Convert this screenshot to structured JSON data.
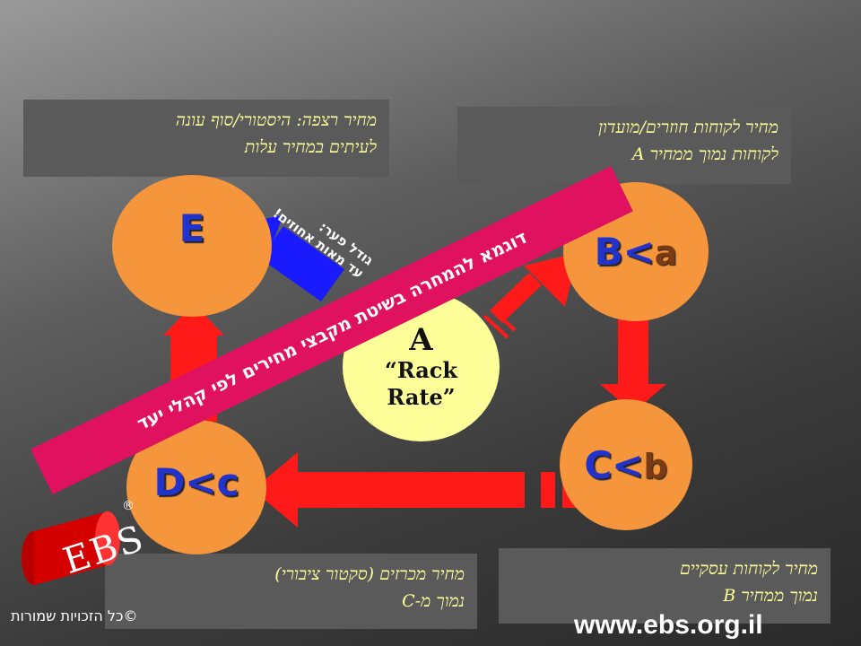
{
  "boxes": {
    "top_left": [
      "מחיר רצפה: היסטורי/סוף עונה",
      "לעיתים במחיר עלות"
    ],
    "top_right": [
      "מחיר לקוחות חוזרים/מועדון",
      "לקוחות נמוך ממחיר A"
    ],
    "bottom_right": [
      "מחיר לקוחות עסקיים",
      "נמוך ממחיר B"
    ],
    "bottom_left": [
      "מחיר מכרזים (סקטור ציבורי)",
      "נמוך מ-C"
    ]
  },
  "nodes": {
    "e": "E",
    "b": {
      "main": "B<",
      "small": "a"
    },
    "c": {
      "main": "C<",
      "small": "b"
    },
    "d": "D<c",
    "center": {
      "letter": "A",
      "line1": "“Rack",
      "line2": "Rate”"
    }
  },
  "blue_arrow_label": {
    "line1": "גודל פער:",
    "line2": "עד מאות אחוזים!"
  },
  "banner": "דוגמא להמחרה בשיטת מקבצי מחירים לפי קהלי יעד",
  "logo": {
    "text": "EBS",
    "registered": "®"
  },
  "footer": {
    "copyright": "©כל הזכויות שמורות",
    "website": "www.ebs.org.il"
  },
  "colors": {
    "node": "#f5953c",
    "center": "#ffff99",
    "arrow_red": "#ff1a1a",
    "arrow_blue": "#1a1aff",
    "banner": "#e0115f",
    "box_text": "#ffff99"
  }
}
